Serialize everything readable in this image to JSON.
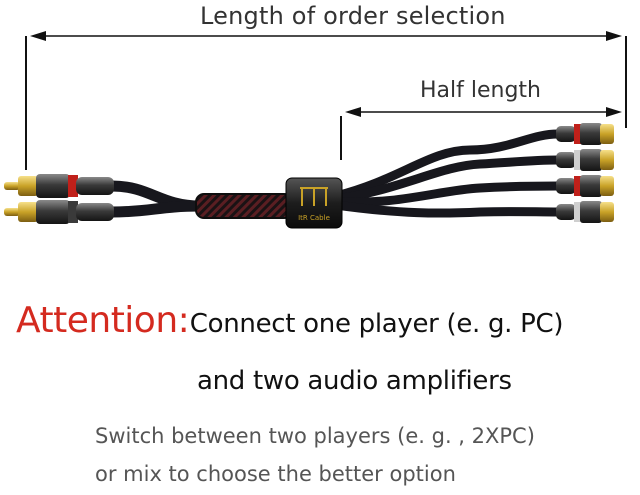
{
  "top_label": "Length of order selection",
  "half_label": "Half length",
  "sleeve_brand": "ItR Cable",
  "attention": {
    "word": "Attention",
    "colon": ":",
    "line1": "Connect one player (e. g. PC)",
    "line2": "and two audio amplifiers"
  },
  "note": {
    "line1": "Switch between two players (e. g. , 2XPC)",
    "line2": "or mix to choose the better option"
  },
  "colors": {
    "accent_red": "#d42a1f",
    "text_dark": "#111111",
    "text_grey": "#555555",
    "gold": "#c9a227",
    "cable": "#17171d"
  }
}
